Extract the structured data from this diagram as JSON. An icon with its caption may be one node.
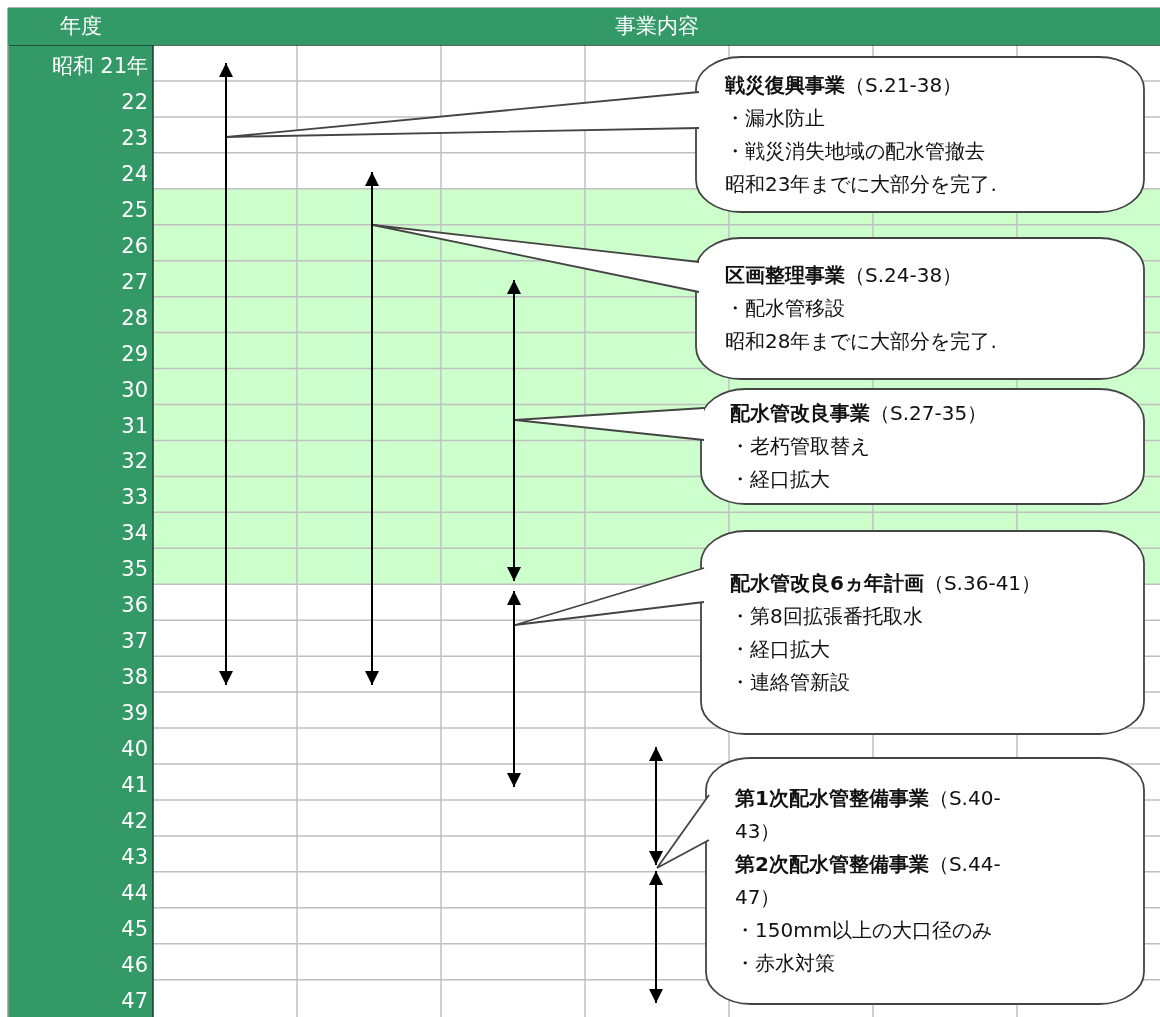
{
  "diagram": {
    "nodes": [
      {
        "text": [
          "**戦災復興事業**（S.21-38）",
          "・漏水防止",
          "・戦災消失地域の配水管撤去",
          "昭和23年までに大部分を完了."
        ]
      },
      {
        "text": [
          "**区画整理事業**（S.24-38）",
          "・配水管移設",
          "昭和28年までに大部分を完了."
        ]
      },
      {
        "text": [
          "**配水管改良事業**（S.27-35）",
          "・老朽管取替え",
          "・経口拡大"
        ]
      },
      {
        "text": [
          "**配水管改良6ヵ年計画**（S.36-41）",
          "・第8回拡張番托取水",
          "・経口拡大",
          "・連絡管新設"
        ]
      },
      {
        "text": [
          "**第1次配水管整備事業**（S.40-43）",
          "**第2次配水管整備事業**（S.44-47）",
          "・150mm以上の大口径のみ",
          "・赤水対策"
        ]
      },
      {
        "text": [],
        "shape": "arrow"
      },
      {
        "text": [],
        "shape": "arrow"
      },
      {
        "text": [],
        "shape": "arrow"
      },
      {
        "text": [],
        "shape": "arrow"
      },
      {
        "text": [],
        "shape": "arrow"
      },
      {
        "text": [],
        "shape": "arrow"
      }
    ],
    "edges": [
      {
        "from": 0,
        "to": 5,
        "arrow": "none"
      },
      {
        "from": 1,
        "to": 6,
        "arrow": "none"
      },
      {
        "from": 2,
        "to": 7,
        "arrow": "none"
      },
      {
        "from": 3,
        "to": 8,
        "arrow": "none"
      },
      {
        "from": 4,
        "to": 9,
        "arrow": "none"
      },
      {
        "from": 4,
        "to": 10,
        "arrow": "none"
      }
    ],
    "labels": [
      "年度",
      "事業内容",
      "昭和 21年",
      "22",
      "23",
      "24",
      "25",
      "26",
      "27",
      "28",
      "29",
      "30",
      "31",
      "32",
      "33",
      "34",
      "35",
      "36",
      "37",
      "38",
      "39",
      "40",
      "41",
      "42",
      "43",
      "44",
      "45",
      "46",
      "47"
    ]
  }
}
